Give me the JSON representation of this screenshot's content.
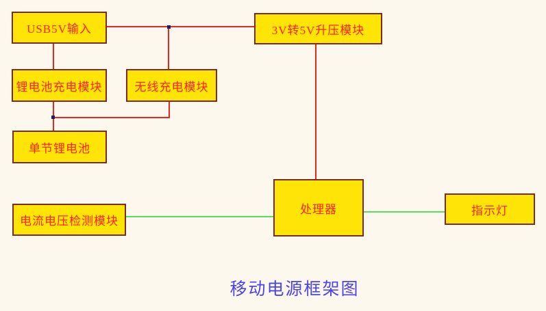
{
  "title": "移动电源框架图",
  "colors": {
    "background": "#FDF8EE",
    "box_fill": "#FFE408",
    "box_border": "#7B2B17",
    "box_text": "#FF2412",
    "red_line": "#E8281E",
    "green_line": "#57DF63",
    "title_text": "#4B45E8",
    "junction_dot": "#202060"
  },
  "nodes": {
    "usb_input": {
      "label": "USB5V输入"
    },
    "boost_module": {
      "label": "3V转5V升压模块"
    },
    "liion_charge_module": {
      "label": "锂电池充电模块"
    },
    "wireless_charge_module": {
      "label": "无线充电模块"
    },
    "single_battery": {
      "label": "单节锂电池"
    },
    "current_voltage_detect_module": {
      "label": "电流电压检测模块"
    },
    "processor": {
      "label": "处理器"
    },
    "indicator_light": {
      "label": "指示灯"
    }
  }
}
